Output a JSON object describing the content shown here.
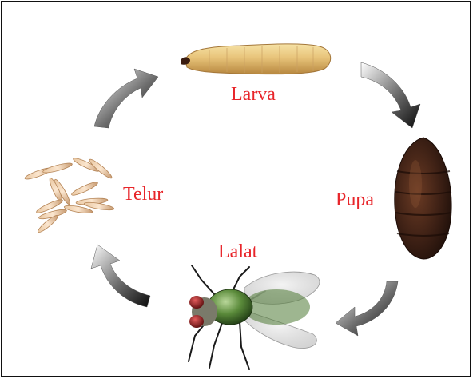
{
  "diagram": {
    "stages": [
      {
        "id": "larva",
        "label": "Larva"
      },
      {
        "id": "pupa",
        "label": "Pupa"
      },
      {
        "id": "lalat",
        "label": "Lalat"
      },
      {
        "id": "telur",
        "label": "Telur"
      }
    ],
    "label_color": "#e8252a"
  }
}
